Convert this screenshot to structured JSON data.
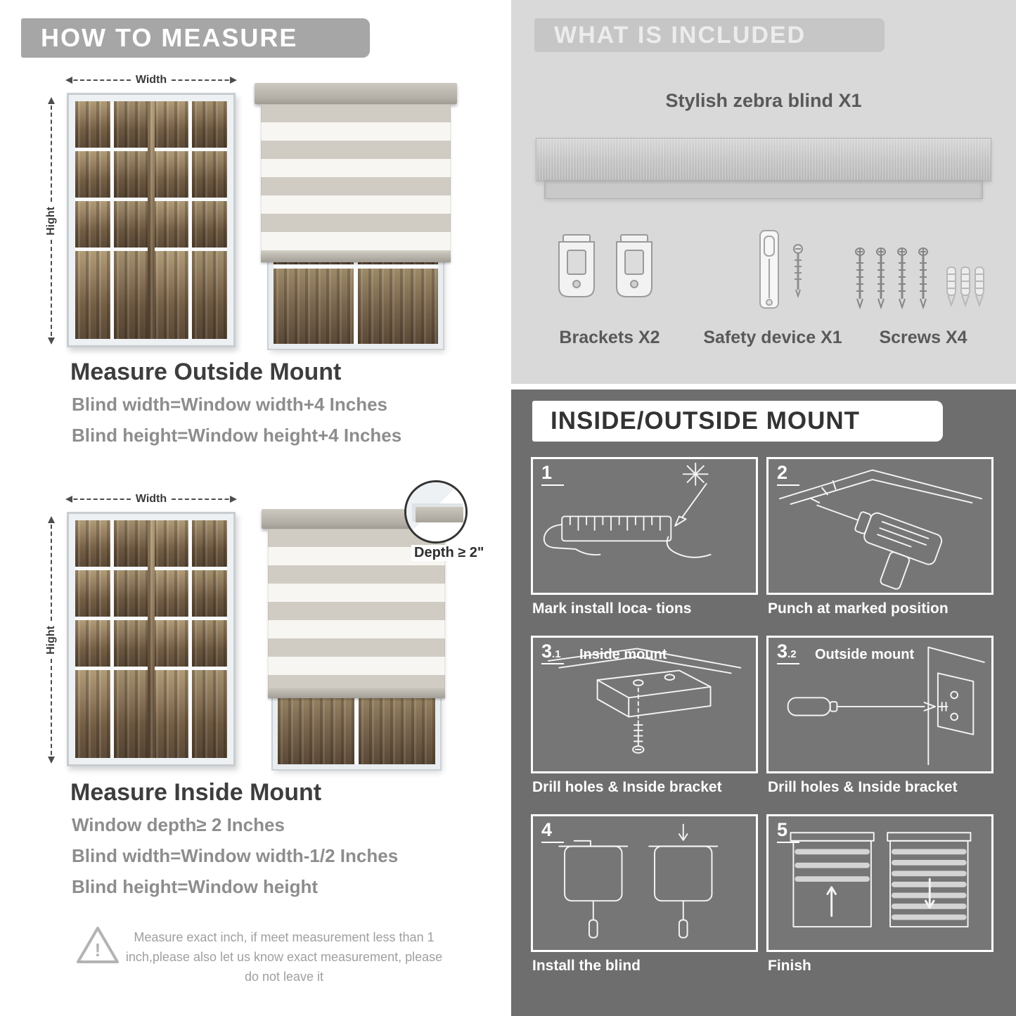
{
  "left": {
    "banner": "HOW TO MEASURE",
    "outside_mount": {
      "width_label": "Width",
      "height_label": "Hight",
      "title": "Measure Outside Mount",
      "lines": [
        "Blind width=Window width+4 Inches",
        "Blind height=Window height+4 Inches"
      ]
    },
    "inside_mount": {
      "width_label": "Width",
      "height_label": "Hight",
      "depth_label": "Depth ≥ 2\"",
      "title": "Measure Inside Mount",
      "lines": [
        "Window depth≥ 2 Inches",
        "Blind width=Window width-1/2 Inches",
        "Blind height=Window height"
      ]
    },
    "warning_mark": "!",
    "warning_note": "Measure exact inch, if meet measurement less than 1 inch,please also let us know exact measurement, please do not leave it"
  },
  "included": {
    "banner": "WHAT IS INCLUDED",
    "product_label": "Stylish zebra blind X1",
    "items": [
      {
        "label": "Brackets X2"
      },
      {
        "label": "Safety device X1"
      },
      {
        "label": "Screws X4"
      }
    ]
  },
  "mount_guide": {
    "banner": "INSIDE/OUTSIDE MOUNT",
    "steps": [
      {
        "num": "1",
        "sub": "",
        "inline_label": "",
        "caption": "Mark install loca- tions"
      },
      {
        "num": "2",
        "sub": "",
        "inline_label": "",
        "caption": "Punch at marked position"
      },
      {
        "num": "3",
        "sub": ".1",
        "inline_label": "Inside mount",
        "caption": "Drill holes & Inside bracket"
      },
      {
        "num": "3",
        "sub": ".2",
        "inline_label": "Outside mount",
        "caption": "Drill holes & Inside bracket"
      },
      {
        "num": "4",
        "sub": "",
        "inline_label": "",
        "caption": "Install the blind"
      },
      {
        "num": "5",
        "sub": "",
        "inline_label": "",
        "caption": "Finish"
      }
    ]
  },
  "colors": {
    "left_banner_gray": "#a6a6a6",
    "included_bg": "#d9d9d9",
    "mount_bg": "#6e6e6e",
    "heading_dark": "#3d3d3d",
    "body_gray": "#8d8d8d"
  }
}
